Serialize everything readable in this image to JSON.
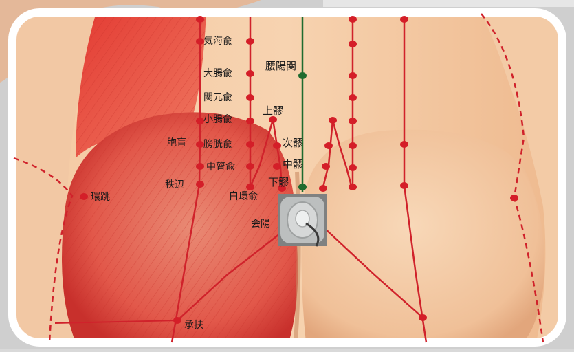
{
  "colors": {
    "meridian_red": "#d0222b",
    "meridian_green": "#1e6b2e",
    "point_red": "#d41e28",
    "point_green": "#1f6b2f",
    "skin": "#f2c59f",
    "muscle": "#e2483f",
    "frame_border": "#ffffff"
  },
  "labels": {
    "qihaishu": "気海兪",
    "dachangshu": "大腸兪",
    "guanyuanshu": "関元兪",
    "xiaochangshu": "小腸兪",
    "pangguangshu": "膀胱兪",
    "zhonglushu": "中膂兪",
    "baihuanshu": "白環兪",
    "yaoyangguan": "腰陽関",
    "shangliao": "上髎",
    "ciliao": "次髎",
    "zhongliao": "中髎",
    "xialiao": "下髎",
    "huiyang": "会陽",
    "baohuang": "胞肓",
    "zhibian": "秩辺",
    "huantiao": "環跳",
    "chengfu": "承扶"
  },
  "device": {
    "icon": "electrode-pad-icon"
  }
}
